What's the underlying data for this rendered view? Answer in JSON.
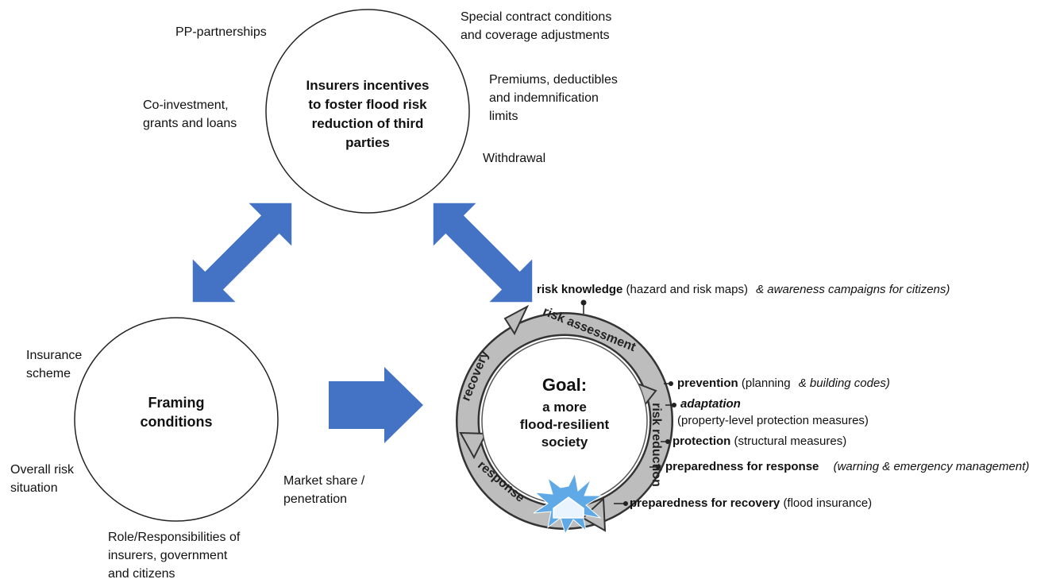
{
  "top_circle": {
    "title_lines": [
      "Insurers incentives",
      "to foster flood risk",
      "reduction of third",
      "parties"
    ]
  },
  "top_labels": {
    "pp_partnerships": "PP-partnerships",
    "special_contract_1": "Special contract conditions",
    "special_contract_2": "and coverage adjustments",
    "premiums_1": "Premiums, deductibles",
    "premiums_2": "and indemnification",
    "premiums_3": "limits",
    "coinvest_1": "Co-investment,",
    "coinvest_2": "grants and loans",
    "withdrawal": "Withdrawal"
  },
  "left_circle": {
    "title_lines": [
      "Framing",
      "conditions"
    ]
  },
  "left_labels": {
    "insurance_1": "Insurance",
    "insurance_2": "scheme",
    "overall_1": "Overall risk",
    "overall_2": "situation",
    "market_1": "Market share /",
    "market_2": "penetration",
    "role_1": "Role/Responsibilities of",
    "role_2": "insurers, government",
    "role_3": "and citizens"
  },
  "cycle": {
    "goal_lines": [
      "Goal:",
      "a more",
      "flood-resilient",
      "society"
    ],
    "arc_labels": {
      "risk_assessment": "risk assessment",
      "risk_reduction": "risk reduction",
      "response": "response",
      "recovery": "recovery"
    },
    "items": {
      "risk_knowledge_bold": "risk knowledge",
      "risk_knowledge_rest": "(hazard and risk maps)",
      "risk_knowledge_add": "& awareness campaigns for citizens)",
      "prevention_bold": "prevention",
      "prevention_rest": "(planning",
      "prevention_add": "& building codes)",
      "adaptation_bold": "adaptation",
      "adaptation_rest": "(property-level protection measures)",
      "protection_bold": "protection",
      "protection_rest": "(structural measures)",
      "prep_response_bold": "preparedness for response",
      "prep_response_add": "(warning & emergency management)",
      "prep_recovery_bold": "preparedness for recovery",
      "prep_recovery_rest": "(flood insurance)"
    }
  },
  "colors": {
    "arrow_blue": "#4472c4",
    "cycle_gray": "#b8b8b8",
    "cycle_dark": "#3a3a3a",
    "splash_blue": "#5ea9e6"
  }
}
